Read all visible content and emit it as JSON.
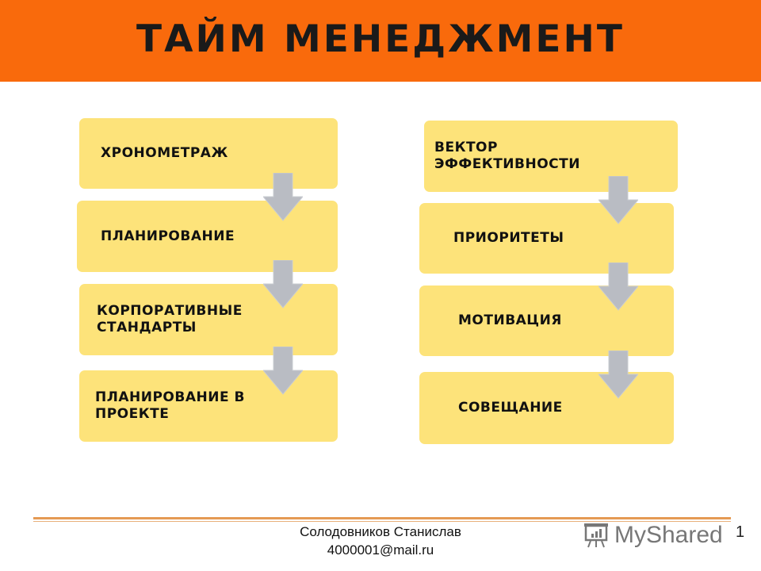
{
  "title": "ТАЙМ МЕНЕДЖМЕНТ",
  "left_column": [
    {
      "label": "ХРОНОМЕТРАЖ"
    },
    {
      "label": "ПЛАНИРОВАНИЕ"
    },
    {
      "label": "КОРПОРАТИВНЫЕ\nСТАНДАРТЫ"
    },
    {
      "label": "ПЛАНИРОВАНИЕ В\nПРОЕКТЕ"
    }
  ],
  "right_column": [
    {
      "label": "ВЕКТОР\nЭФФЕКТИВНОСТИ"
    },
    {
      "label": "ПРИОРИТЕТЫ"
    },
    {
      "label": "МОТИВАЦИЯ"
    },
    {
      "label": "СОВЕЩАНИЕ"
    }
  ],
  "footer": {
    "author": "Солодовников Станислав",
    "email": "4000001@mail.ru",
    "page_number": "1",
    "watermark": "MyShared"
  },
  "colors": {
    "header": "#f96a0c",
    "box": "#fde37a",
    "arrow": "#b9bcc3"
  }
}
